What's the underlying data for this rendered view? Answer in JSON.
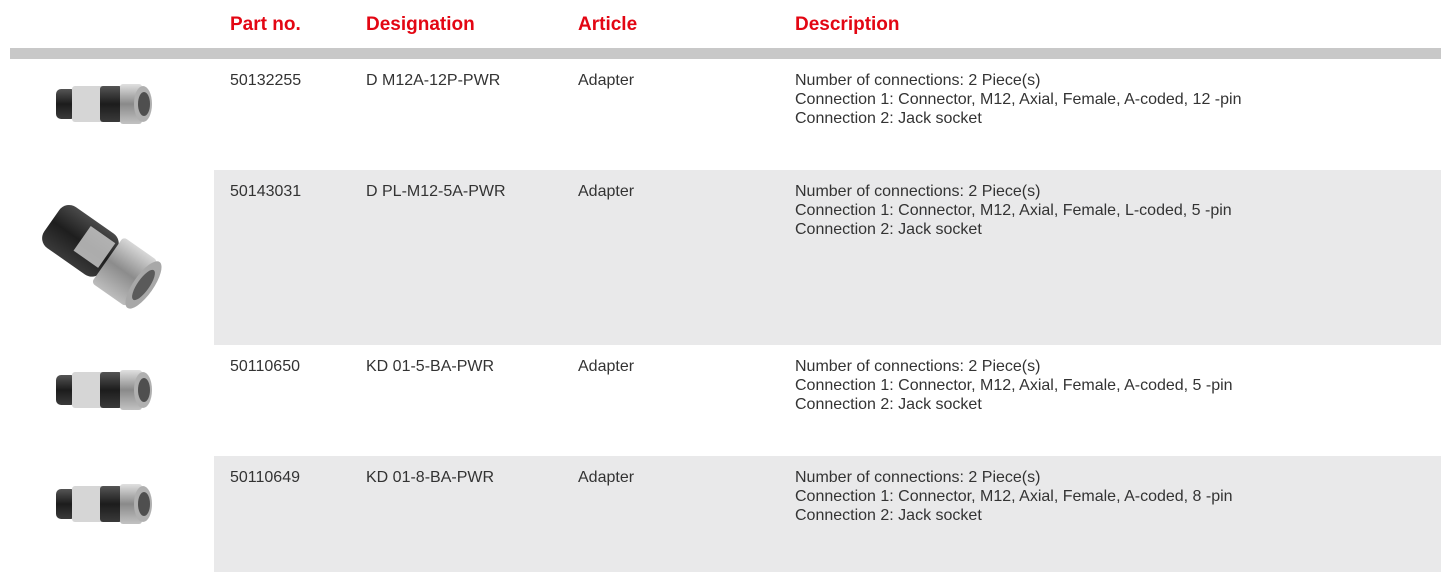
{
  "headers": {
    "part_no": "Part no.",
    "designation": "Designation",
    "article": "Article",
    "description": "Description"
  },
  "colors": {
    "accent": "#e30613",
    "row_alt": "#e9e9ea",
    "rule": "#c8c8c8"
  },
  "rows": [
    {
      "part_no": "50132255",
      "designation": "D M12A-12P-PWR",
      "article": "Adapter",
      "description": [
        "Number of connections: 2 Piece(s)",
        "Connection 1: Connector, M12, Axial, Female, A-coded, 12 -pin",
        "Connection 2: Jack socket"
      ],
      "image": "adapter-product-image"
    },
    {
      "part_no": "50143031",
      "designation": "D PL-M12-5A-PWR",
      "article": "Adapter",
      "description": [
        "Number of connections: 2 Piece(s)",
        "Connection 1: Connector, M12, Axial, Female, L-coded, 5 -pin",
        "Connection 2: Jack socket"
      ],
      "image": "adapter-product-image"
    },
    {
      "part_no": "50110650",
      "designation": "KD 01-5-BA-PWR",
      "article": "Adapter",
      "description": [
        "Number of connections: 2 Piece(s)",
        "Connection 1: Connector, M12, Axial, Female, A-coded, 5 -pin",
        "Connection 2: Jack socket"
      ],
      "image": "adapter-product-image"
    },
    {
      "part_no": "50110649",
      "designation": "KD 01-8-BA-PWR",
      "article": "Adapter",
      "description": [
        "Number of connections: 2 Piece(s)",
        "Connection 1: Connector, M12, Axial, Female, A-coded, 8 -pin",
        "Connection 2: Jack socket"
      ],
      "image": "adapter-product-image"
    }
  ]
}
